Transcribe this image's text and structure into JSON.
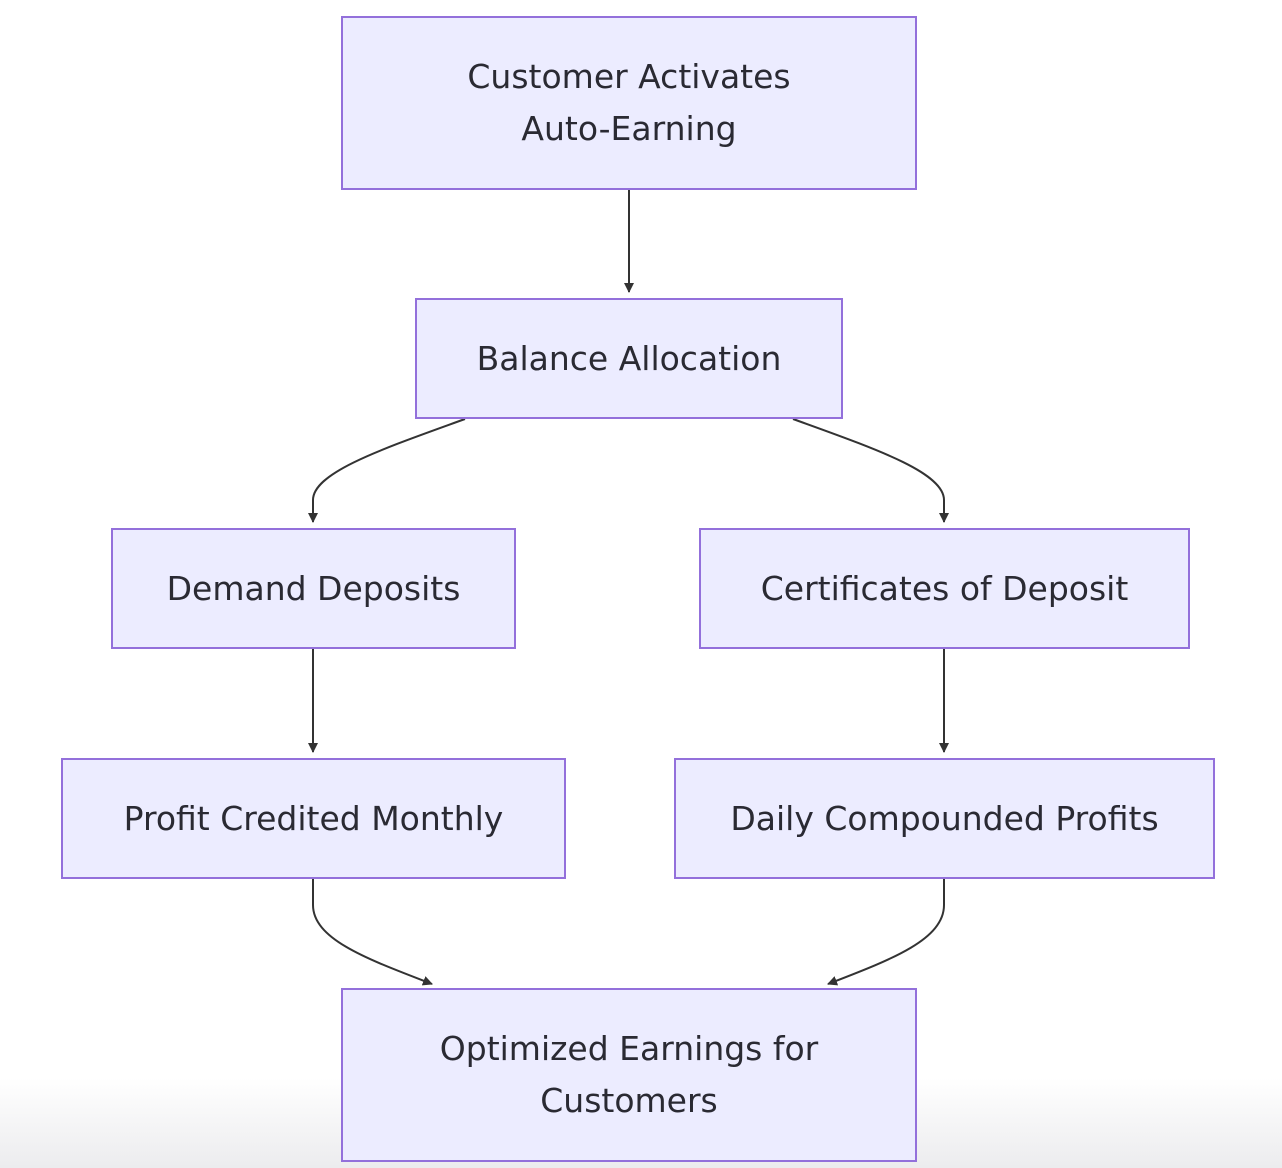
{
  "diagram": {
    "type": "flowchart",
    "nodes": {
      "start": "Customer Activates Auto-Earning",
      "balance": "Balance Allocation",
      "demand": "Demand Deposits",
      "cd": "Certificates of Deposit",
      "monthly": "Profit Credited Monthly",
      "daily": "Daily Compounded Profits",
      "final": "Optimized Earnings for Customers"
    },
    "edges": [
      {
        "from": "start",
        "to": "balance"
      },
      {
        "from": "balance",
        "to": "demand"
      },
      {
        "from": "balance",
        "to": "cd"
      },
      {
        "from": "demand",
        "to": "monthly"
      },
      {
        "from": "cd",
        "to": "daily"
      },
      {
        "from": "monthly",
        "to": "final"
      },
      {
        "from": "daily",
        "to": "final"
      }
    ],
    "colors": {
      "node_fill": "#ececff",
      "node_border": "#9370db",
      "edge": "#333333",
      "text": "#2a2a33"
    }
  }
}
